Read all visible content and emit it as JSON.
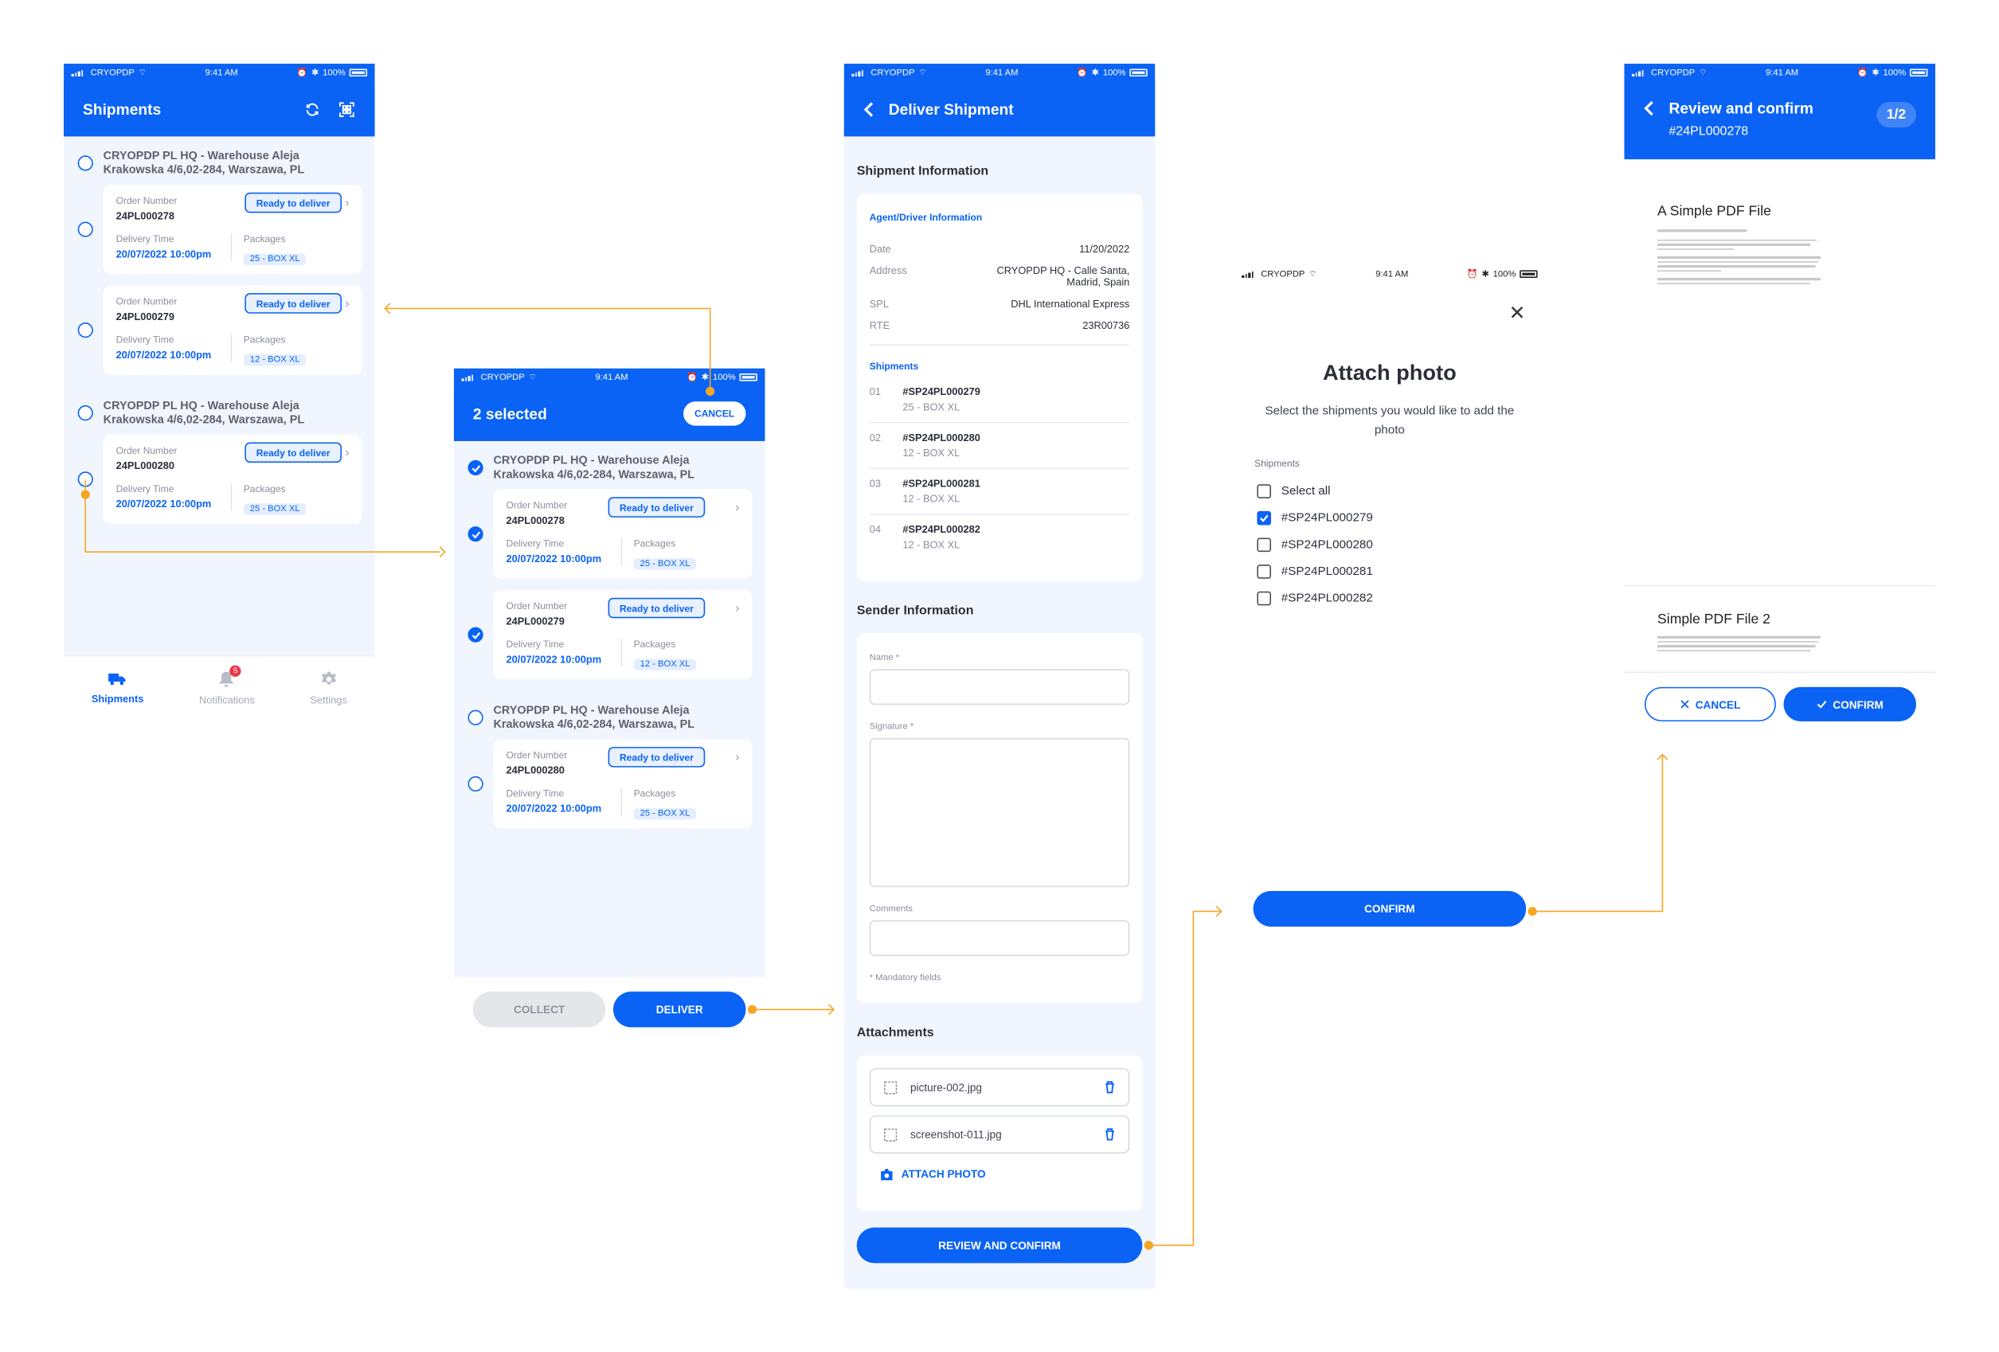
{
  "status": {
    "carrier": "CRYOPDP",
    "time": "9:41 AM",
    "battery": "100%"
  },
  "colors": {
    "primary": "#0a63f5",
    "connector": "#f5a623",
    "badge": "#ea3a4c"
  },
  "screen1": {
    "title": "Shipments",
    "groups": [
      {
        "name": "CRYOPDP PL HQ - Warehouse Aleja Krakowska 4/6,02-284, Warszawa, PL",
        "orders": [
          {
            "order_label": "Order Number",
            "order": "24PL000278",
            "status": "Ready to deliver",
            "time_label": "Delivery Time",
            "time": "20/07/2022 10:00pm",
            "pkg_label": "Packages",
            "packages": "25 - BOX XL"
          },
          {
            "order_label": "Order Number",
            "order": "24PL000279",
            "status": "Ready to deliver",
            "time_label": "Delivery Time",
            "time": "20/07/2022 10:00pm",
            "pkg_label": "Packages",
            "packages": "12 - BOX XL"
          }
        ]
      },
      {
        "name": "CRYOPDP PL HQ - Warehouse Aleja Krakowska 4/6,02-284, Warszawa, PL",
        "orders": [
          {
            "order_label": "Order Number",
            "order": "24PL000280",
            "status": "Ready to deliver",
            "time_label": "Delivery Time",
            "time": "20/07/2022 10:00pm",
            "pkg_label": "Packages",
            "packages": "25 - BOX XL"
          }
        ]
      }
    ],
    "tabs": [
      {
        "label": "Shipments",
        "icon": "truck-icon"
      },
      {
        "label": "Notifications",
        "icon": "bell-icon",
        "badge": "5"
      },
      {
        "label": "Settings",
        "icon": "gear-icon"
      }
    ]
  },
  "screen2": {
    "title": "2 selected",
    "cancel": "CANCEL",
    "groups": [
      {
        "name": "CRYOPDP PL HQ - Warehouse Aleja Krakowska 4/6,02-284, Warszawa, PL",
        "orders": [
          {
            "order_label": "Order Number",
            "order": "24PL000278",
            "status": "Ready to deliver",
            "time_label": "Delivery Time",
            "time": "20/07/2022 10:00pm",
            "pkg_label": "Packages",
            "packages": "25 - BOX XL"
          },
          {
            "order_label": "Order Number",
            "order": "24PL000279",
            "status": "Ready to deliver",
            "time_label": "Delivery Time",
            "time": "20/07/2022 10:00pm",
            "pkg_label": "Packages",
            "packages": "12 - BOX XL"
          }
        ]
      },
      {
        "name": "CRYOPDP PL HQ - Warehouse Aleja Krakowska 4/6,02-284, Warszawa, PL",
        "orders": [
          {
            "order_label": "Order Number",
            "order": "24PL000280",
            "status": "Ready to deliver",
            "time_label": "Delivery Time",
            "time": "20/07/2022 10:00pm",
            "pkg_label": "Packages",
            "packages": "25 - BOX XL"
          }
        ]
      }
    ],
    "collect": "COLLECT",
    "deliver": "DELIVER"
  },
  "screen3": {
    "title": "Deliver Shipment",
    "shipment_info": "Shipment Information",
    "agent_title": "Agent/Driver Information",
    "agent": [
      {
        "k": "Date",
        "v": "11/20/2022"
      },
      {
        "k": "Address",
        "v": "CRYOPDP HQ - Calle Santa, Madrid, Spain"
      },
      {
        "k": "SPL",
        "v": "DHL International Express"
      },
      {
        "k": "RTE",
        "v": "23R00736"
      }
    ],
    "shipments_title": "Shipments",
    "shipments": [
      {
        "n": "01",
        "id": "#SP24PL000279",
        "sub": "25 - BOX XL"
      },
      {
        "n": "02",
        "id": "#SP24PL000280",
        "sub": "12 - BOX XL"
      },
      {
        "n": "03",
        "id": "#SP24PL000281",
        "sub": "12 - BOX XL"
      },
      {
        "n": "04",
        "id": "#SP24PL000282",
        "sub": "12 - BOX XL"
      }
    ],
    "sender_title": "Sender Information",
    "name_label": "Name *",
    "signature_label": "Signature *",
    "comments_label": "Comments",
    "mandatory": "* Mandatory fields",
    "attachments_title": "Attachments",
    "attachments": [
      "picture-002.jpg",
      "screenshot-011.jpg"
    ],
    "attach_photo": "ATTACH PHOTO",
    "review": "REVIEW AND CONFIRM"
  },
  "screen4": {
    "title": "Attach photo",
    "subtitle": "Select the shipments you would like to add the photo",
    "list_label": "Shipments",
    "options": [
      {
        "label": "Select all",
        "checked": false
      },
      {
        "label": "#SP24PL000279",
        "checked": true
      },
      {
        "label": "#SP24PL000280",
        "checked": false
      },
      {
        "label": "#SP24PL000281",
        "checked": false
      },
      {
        "label": "#SP24PL000282",
        "checked": false
      }
    ],
    "confirm": "CONFIRM"
  },
  "screen5": {
    "title": "Review and confirm",
    "subtitle": "#24PL000278",
    "page": "1/2",
    "pdf1_title": "A Simple PDF File",
    "pdf2_title": "Simple PDF File 2",
    "cancel": "CANCEL",
    "confirm": "CONFIRM"
  }
}
